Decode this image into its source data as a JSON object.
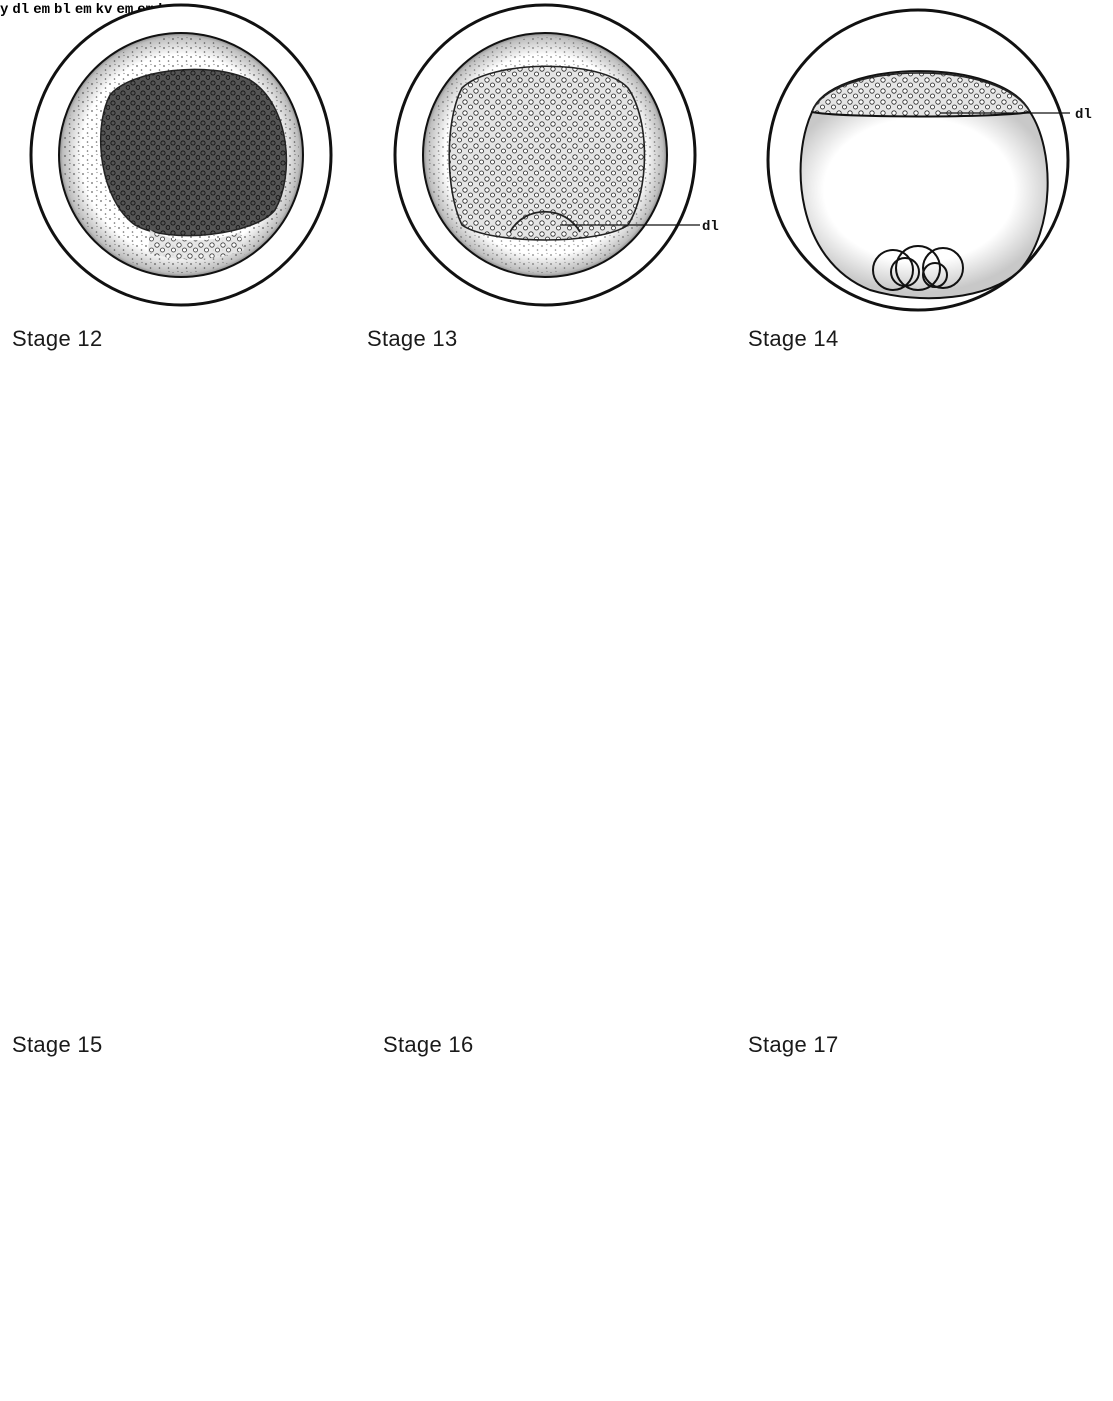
{
  "stages": {
    "s12": "Stage 12",
    "s13": "Stage 13",
    "s14": "Stage 14",
    "s15": "Stage 15",
    "s16": "Stage 16",
    "s17": "Stage 17"
  },
  "labels": {
    "dl": "dl",
    "y": "y",
    "em": "em",
    "bl": "bl",
    "kv": "kv"
  },
  "colors": {
    "ink": "#111111",
    "stipple": "#2a2a2a"
  }
}
